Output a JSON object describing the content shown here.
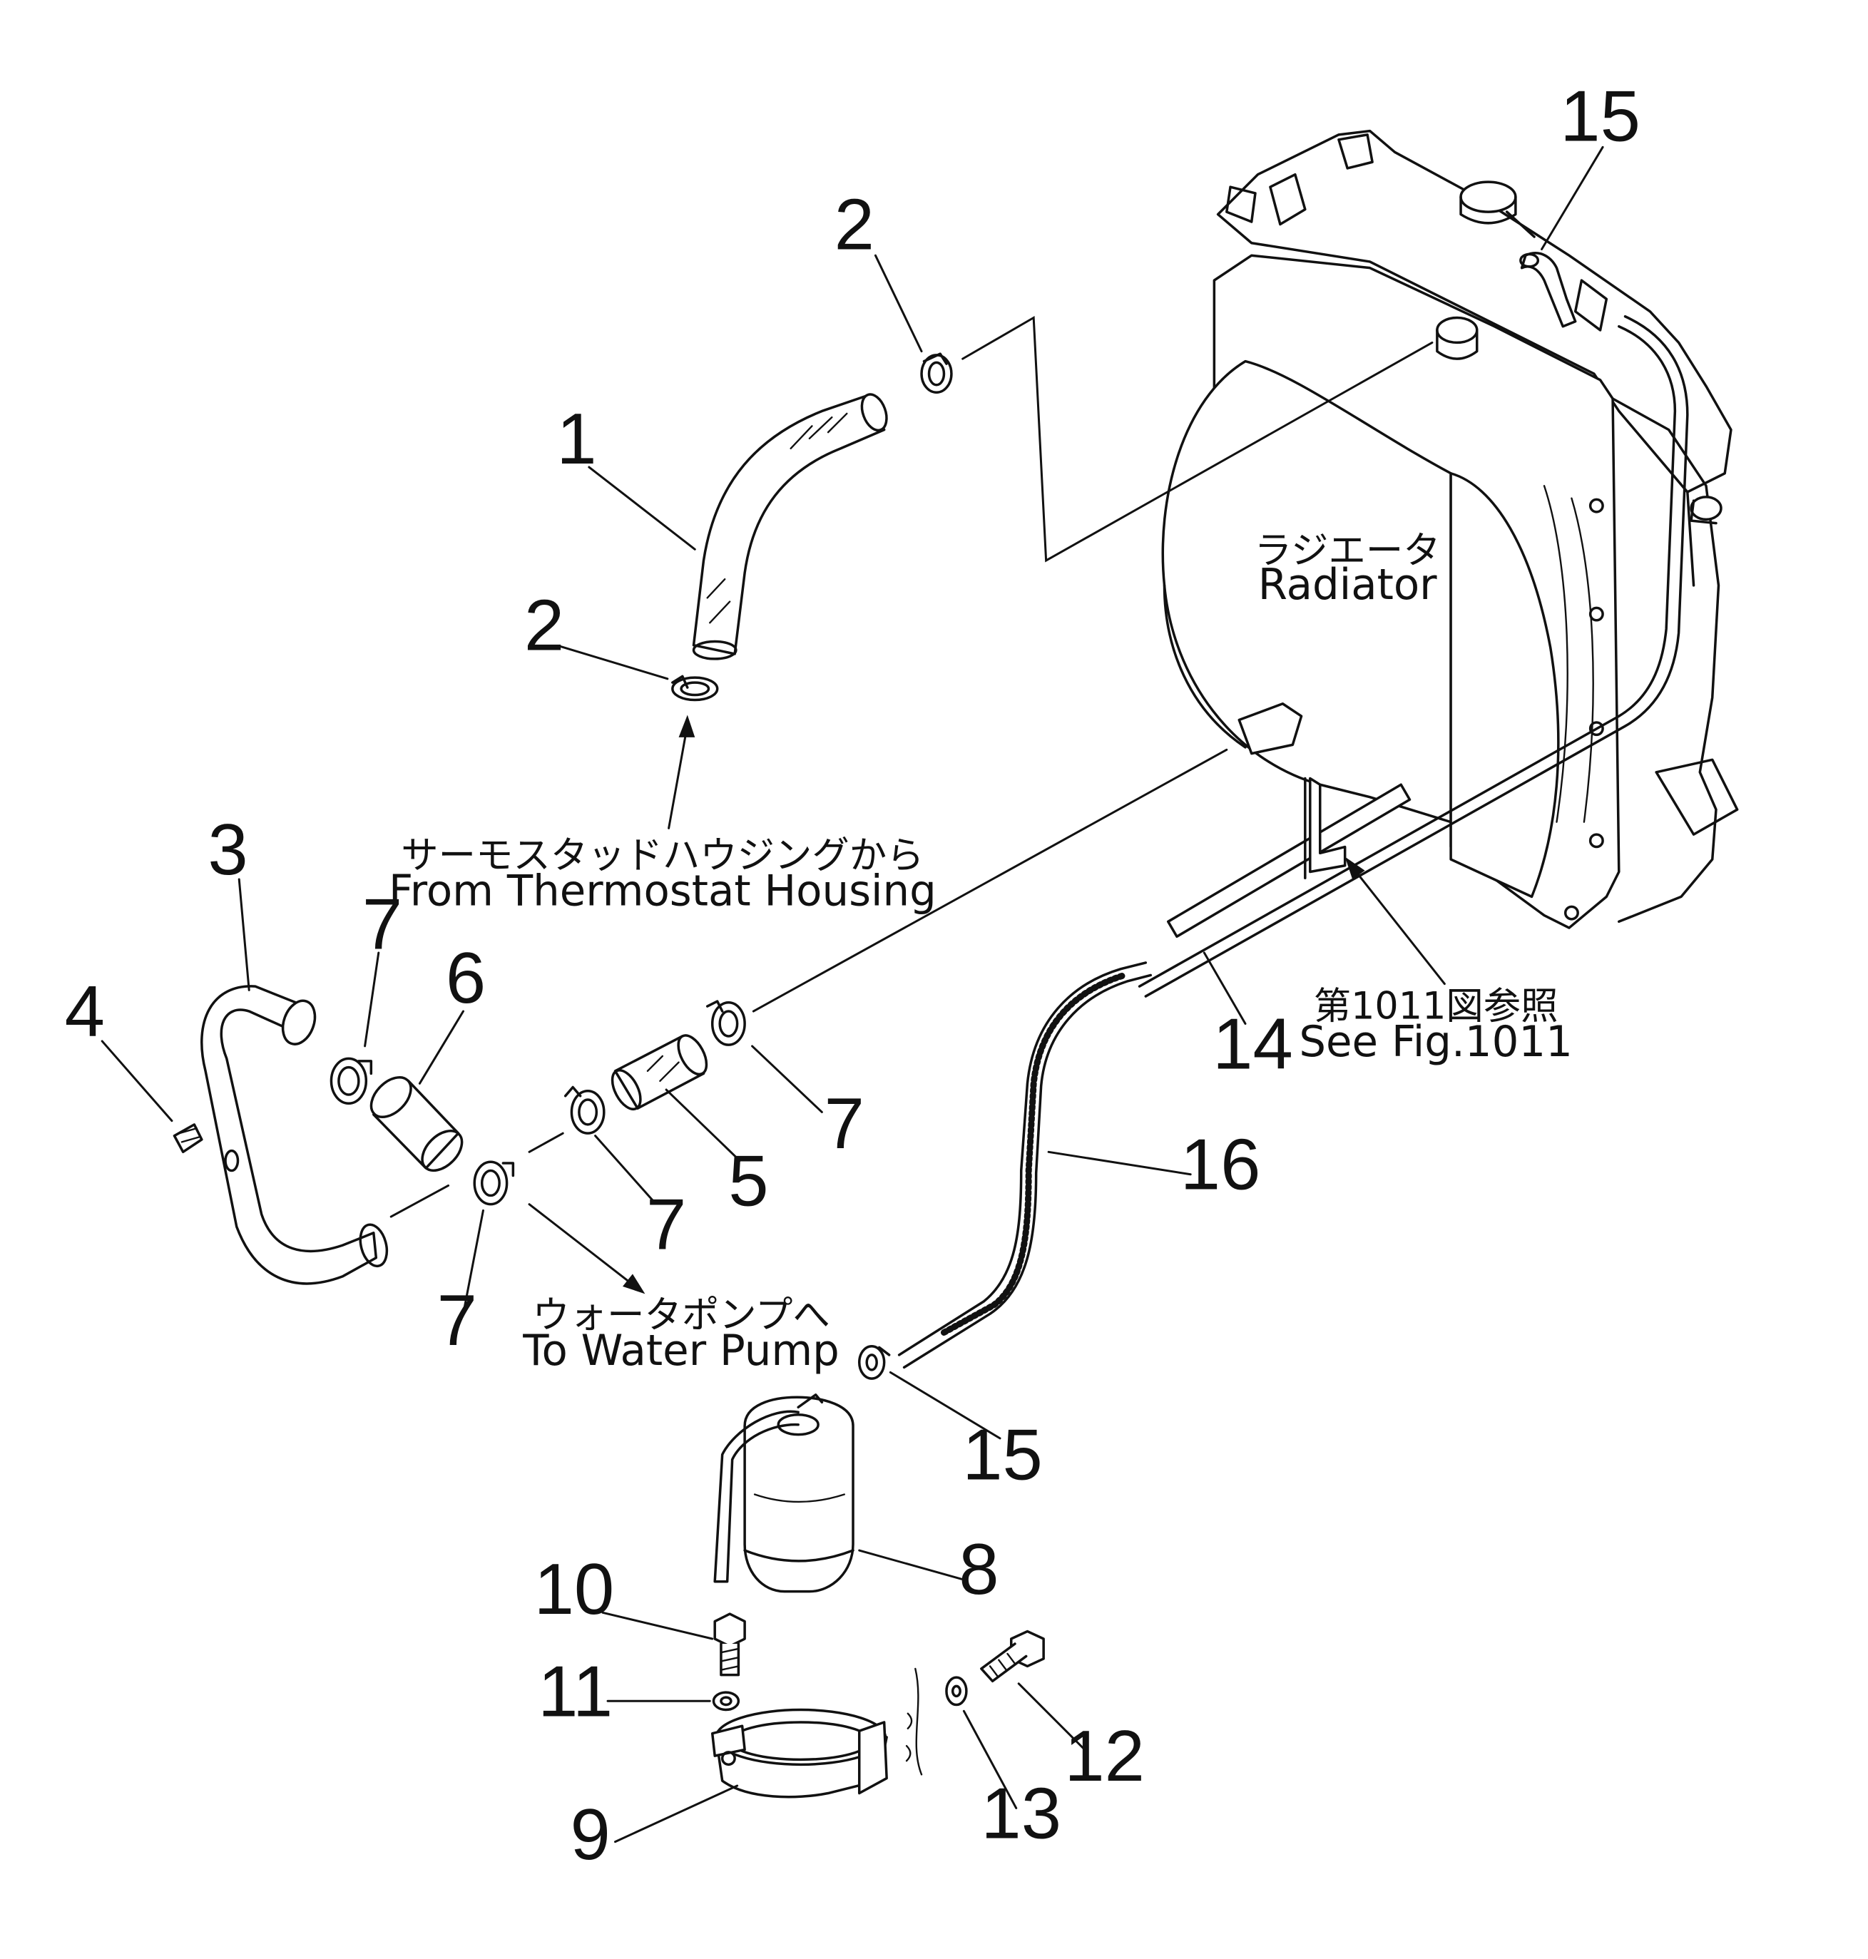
{
  "callouts": {
    "c1": "1",
    "c2a": "2",
    "c2b": "2",
    "c3": "3",
    "c4": "4",
    "c5": "5",
    "c6": "6",
    "c7a": "7",
    "c7b": "7",
    "c7c": "7",
    "c7d": "7",
    "c8": "8",
    "c9": "9",
    "c10": "10",
    "c11": "11",
    "c12": "12",
    "c13": "13",
    "c14": "14",
    "c15a": "15",
    "c15b": "15",
    "c16": "16"
  },
  "notes": {
    "radiator_jp": "ラジエータ",
    "radiator_en": "Radiator",
    "thermostat_jp": "サーモスタッドハウジングから",
    "thermostat_en": "From Thermostat Housing",
    "see_fig_jp": "第1011図参照",
    "see_fig_en": "See Fig.1011",
    "water_pump_jp": "ウォータポンプへ",
    "water_pump_en": "To Water Pump"
  }
}
